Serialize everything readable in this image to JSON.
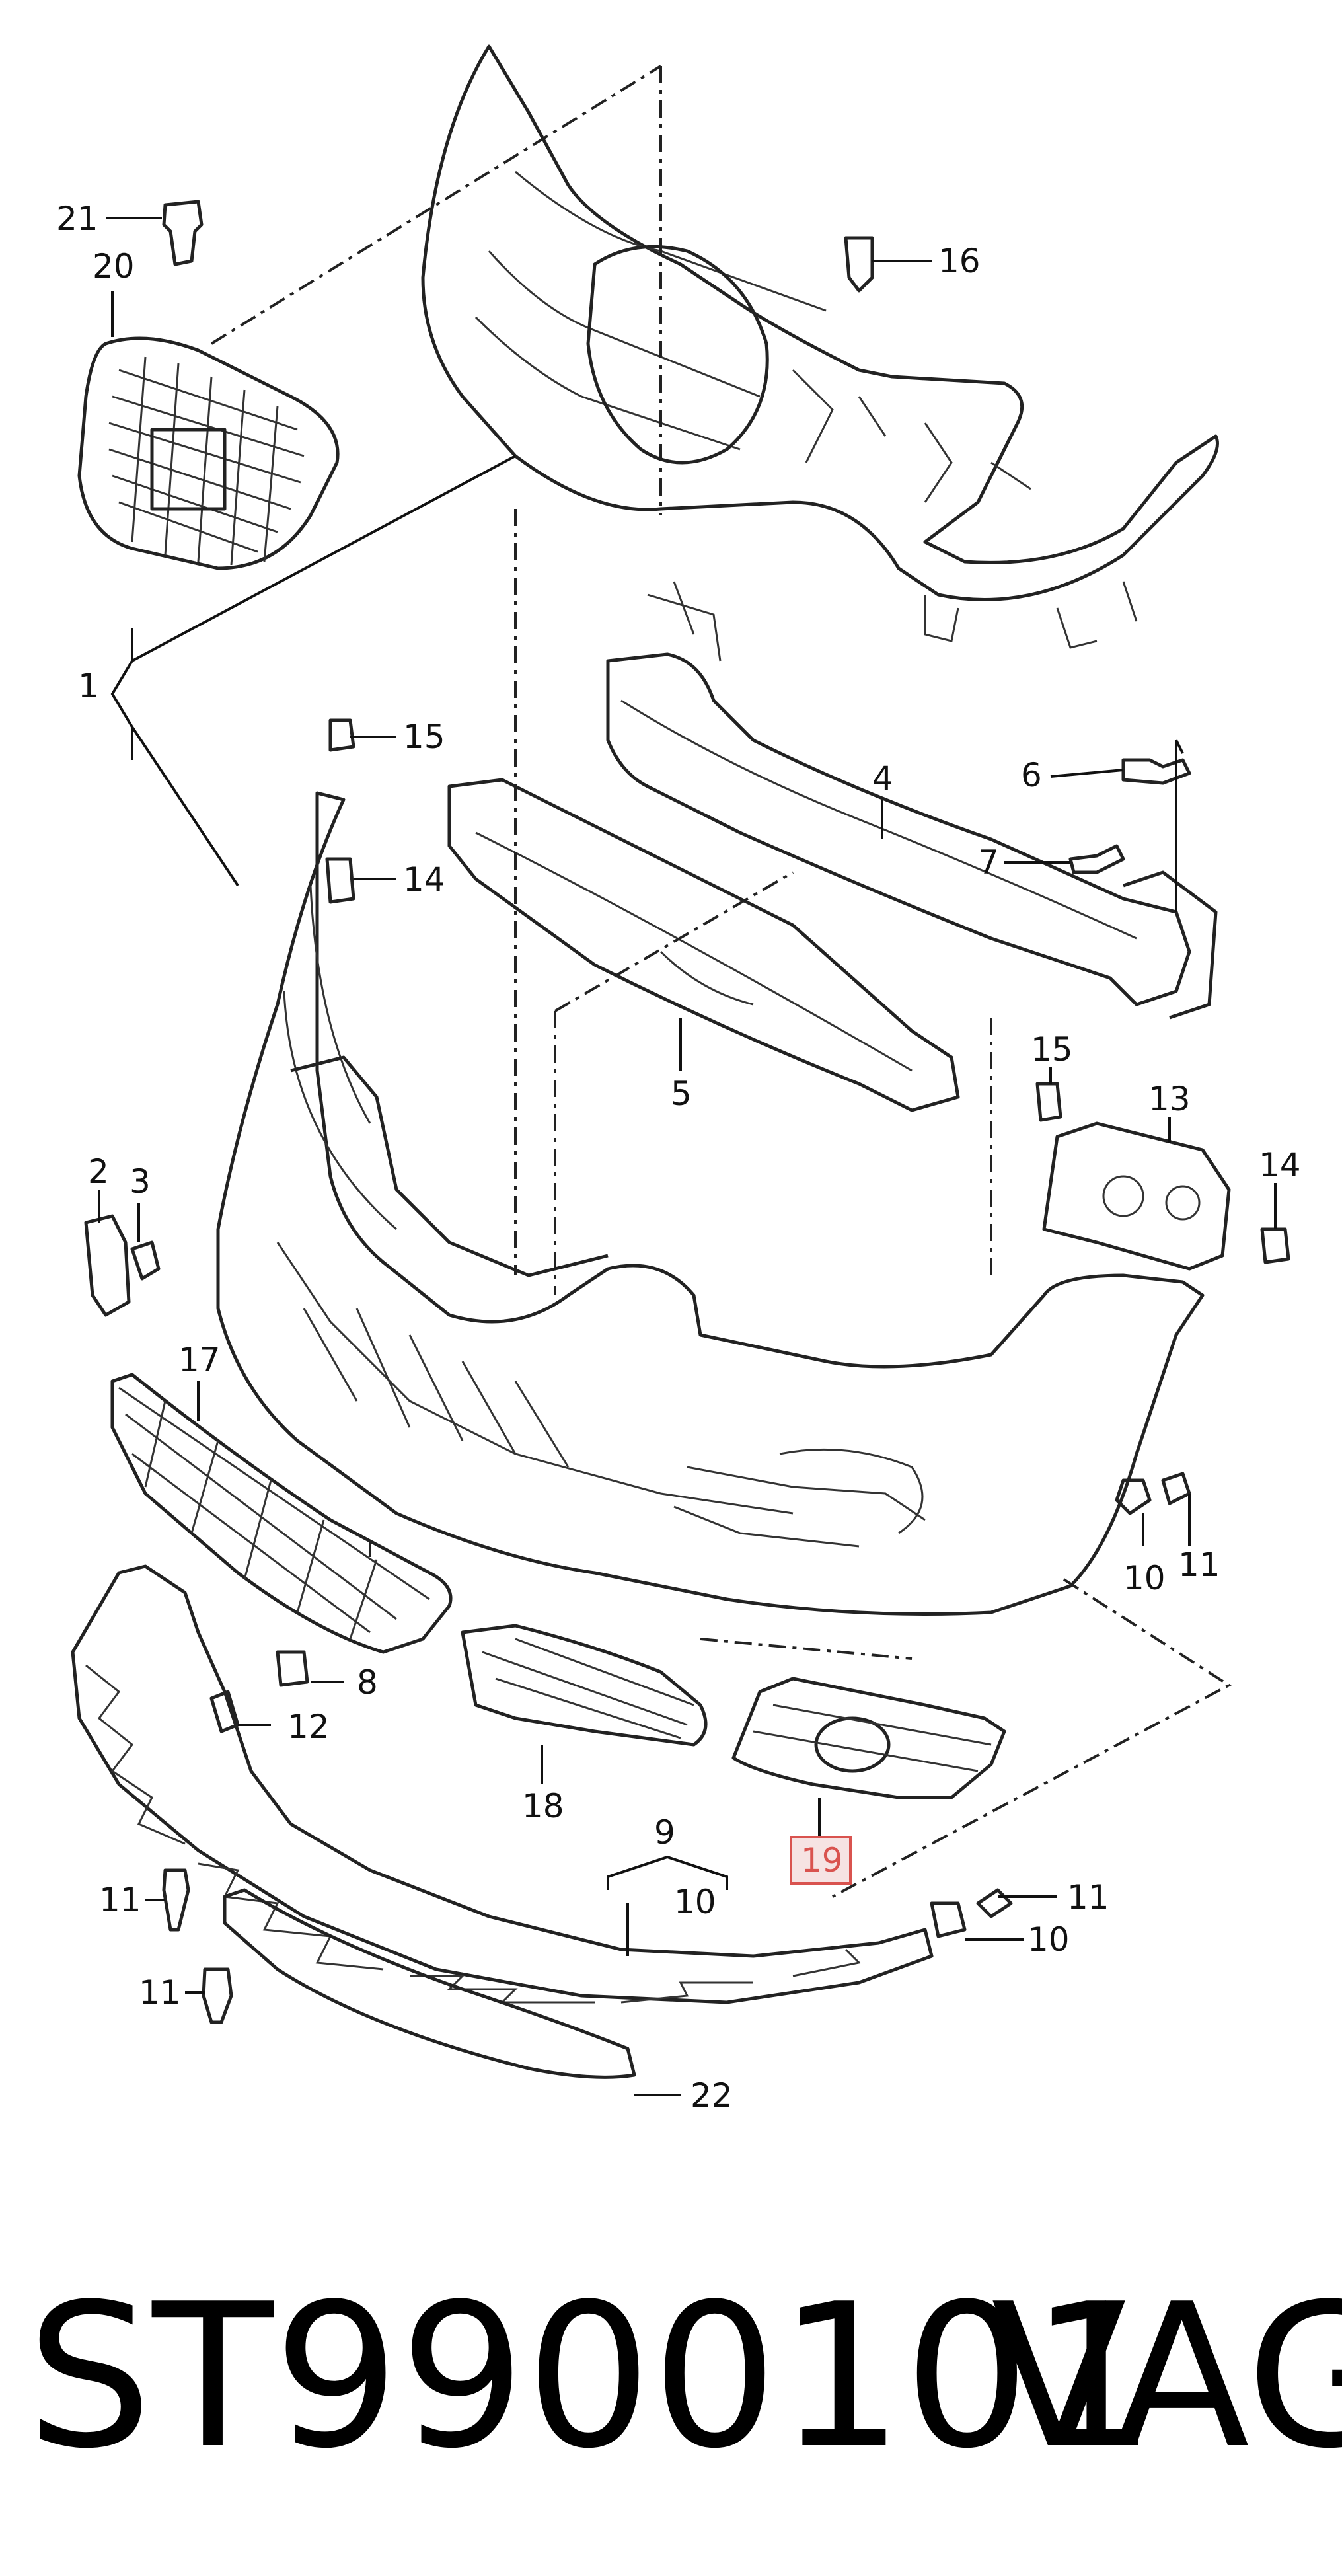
{
  "diagram": {
    "callouts": {
      "c1": "1",
      "c2": "2",
      "c3": "3",
      "c4": "4",
      "c5": "5",
      "c6": "6",
      "c7": "7",
      "c8": "8",
      "c9": "9",
      "c10a": "10",
      "c10b": "10",
      "c10c": "10",
      "c11a": "11",
      "c11b": "11",
      "c11c": "11",
      "c11d": "11",
      "c12": "12",
      "c13": "13",
      "c14a": "14",
      "c14b": "14",
      "c15a": "15",
      "c15b": "15",
      "c16": "16",
      "c17": "17",
      "c18": "18",
      "c19": "19",
      "c20": "20",
      "c21": "21",
      "c22": "22"
    },
    "highlight_color": "#d9534f"
  },
  "footer": {
    "part_number": "ST9900101",
    "brand": "VAG"
  }
}
